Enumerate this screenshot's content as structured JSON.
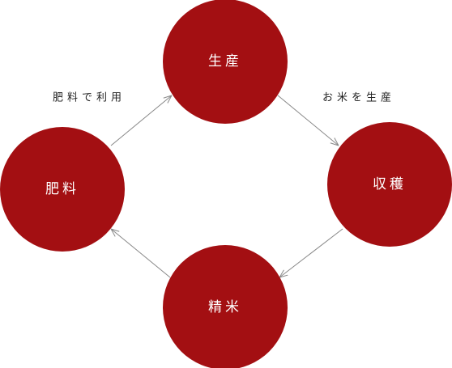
{
  "colors": {
    "node_fill": "#a30f12",
    "node_text": "#ffffff",
    "edge_stroke": "#888888",
    "label_text": "#222222"
  },
  "nodes": {
    "production": {
      "label": "生産"
    },
    "harvest": {
      "label": "収穫"
    },
    "polished_rice": {
      "label": "精米"
    },
    "fertilizer": {
      "label": "肥料"
    }
  },
  "edge_labels": {
    "production_to_harvest": "お米を生産",
    "fertilizer_to_production": "肥料で利用"
  }
}
